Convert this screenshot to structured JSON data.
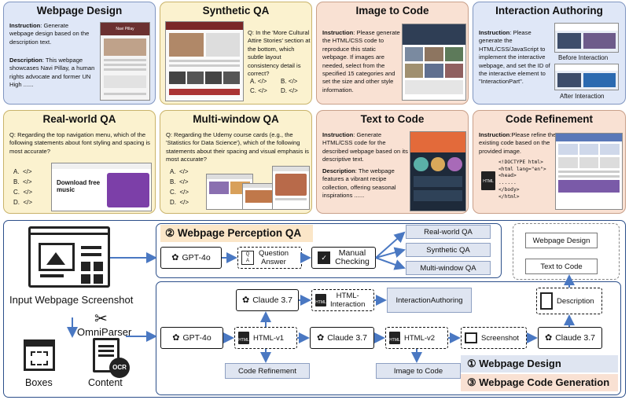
{
  "cards": {
    "webpage_design": {
      "title": "Webpage Design",
      "instruction_label": "Instruction",
      "instruction": ": Generate webpage design based on the description text.",
      "description_label": "Description",
      "description": ": This webpage showcases Navi Pillay, a human rights advocate and former UN High ......",
      "thumb_title": "Navi Pillay"
    },
    "synthetic_qa": {
      "title": "Synthetic QA",
      "question": "Q: In the 'More Cultural Attire Stories' section at the bottom, which subtle layout consistency detail is correct?",
      "options": [
        "A. </>",
        "B. </>",
        "C. </>",
        "D. </>"
      ]
    },
    "image_to_code": {
      "title": "Image to Code",
      "instruction_label": "Instruction",
      "instruction": ": Please generate the HTML/CSS code to reproduce this static webpage. If images are needed, select from the specified 15 categories and set the size and other style information."
    },
    "interaction_authoring": {
      "title": "Interaction Authoring",
      "instruction_label": "Instruction",
      "instruction": ": Please generate the HTML/CSS/JavaScript to implement the interactive webpage, and set the ID of the interactive element to \"InteractionPart\".",
      "before_label": "Before Interaction",
      "after_label": "After Interaction"
    },
    "realworld_qa": {
      "title": "Real-world QA",
      "question": "Q: Regarding the top navigation menu, which of the following statements about font styling and spacing is most accurate?",
      "options": [
        "A.  </>",
        "B.  </>",
        "C.  </>",
        "D.  </>"
      ],
      "thumb_text": "Download free music"
    },
    "multiwindow_qa": {
      "title": "Multi-window QA",
      "question": "Q: Regarding the Udemy course cards (e.g., the 'Statistics for Data Science'), which of the following statements about their spacing and visual emphasis is most accurate?",
      "options": [
        "A.  </>",
        "B.  </>",
        "C.  </>",
        "D.  </>"
      ]
    },
    "text_to_code": {
      "title": "Text to Code",
      "instruction_label": "Instruction",
      "instruction": ": Generate HTML/CSS code for the described webpage based on its descriptive text.",
      "description_label": "Description",
      "description": ": The webpage features a vibrant recipe collection, offering seasonal inspirations ......"
    },
    "code_refinement": {
      "title": "Code Refinement",
      "instruction_label": "Instruction",
      "instruction": ":Please refine the existing code based on the provided image.",
      "code_lines": [
        "<!DOCTYPE html>",
        "<html lang=\"en\">",
        "<head>",
        "......",
        "</body>",
        "</html>"
      ],
      "html_badge": "HTML"
    }
  },
  "pipeline": {
    "input_label": "Input Webpage Screenshot",
    "omniparser": "OmniParser",
    "boxes": "Boxes",
    "content": "Content",
    "ocr": "OCR",
    "perception_title": "② Webpage Perception QA",
    "gpt4o_top": "GPT-4o",
    "qa_label_1": "Question",
    "qa_label_2": "Answer",
    "manual_1": "Manual",
    "manual_2": "Checking",
    "outputs_qa": [
      "Real-world QA",
      "Synthetic QA",
      "Multi-window QA"
    ],
    "claude_interaction": "Claude 3.7",
    "html_interaction_1": "HTML-",
    "html_interaction_2": "Interaction",
    "interaction_authoring": [
      "Interaction",
      "Authoring"
    ],
    "gpt4o_bottom": "GPT-4o",
    "html_v1": "HTML-v1",
    "claude_mid": "Claude 3.7",
    "html_v2": "HTML-v2",
    "screenshot": "Screenshot",
    "claude_right": "Claude 3.7",
    "description": "Description",
    "code_refinement": "Code Refinement",
    "image_to_code": "Image to Code",
    "webpage_design": "Webpage Design",
    "text_to_code": "Text to Code",
    "legend_1": "① Webpage Design",
    "legend_3": "③  Webpage Code Generation",
    "html_badge": "HTML"
  },
  "colors": {
    "blue_card": "#dfe7f7",
    "yellow_card": "#fbf2cf",
    "peach_card": "#f9e1d3",
    "panel_border": "#2c4f8a",
    "arrow": "#4a78c2"
  }
}
